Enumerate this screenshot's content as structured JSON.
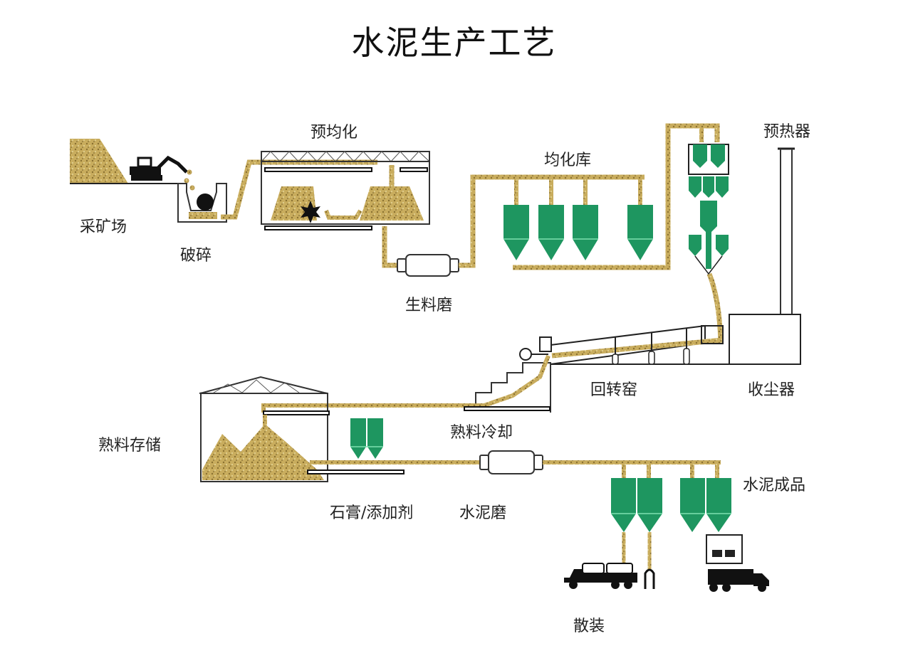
{
  "title": "水泥生产工艺",
  "colors": {
    "material": "#c9ad5e",
    "material_dark": "#9c8440",
    "silo_green": "#1e9660",
    "silo_stripe": "#7fe0b0",
    "outline": "#222222"
  },
  "stages": [
    {
      "id": "quarry",
      "label": "采矿场"
    },
    {
      "id": "crushing",
      "label": "破碎"
    },
    {
      "id": "prehomogenization",
      "label": "预均化"
    },
    {
      "id": "raw-mill",
      "label": "生料磨"
    },
    {
      "id": "homogenization-silo",
      "label": "均化库"
    },
    {
      "id": "preheater",
      "label": "预热器"
    },
    {
      "id": "rotary-kiln",
      "label": "回转窑"
    },
    {
      "id": "dust-collector",
      "label": "收尘器"
    },
    {
      "id": "clinker-cooling",
      "label": "熟料冷却"
    },
    {
      "id": "clinker-storage",
      "label": "熟料存储"
    },
    {
      "id": "gypsum-additive",
      "label": "石膏/添加剂"
    },
    {
      "id": "cement-mill",
      "label": "水泥磨"
    },
    {
      "id": "cement-product",
      "label": "水泥成品"
    },
    {
      "id": "bulk-loading",
      "label": "散装"
    }
  ]
}
